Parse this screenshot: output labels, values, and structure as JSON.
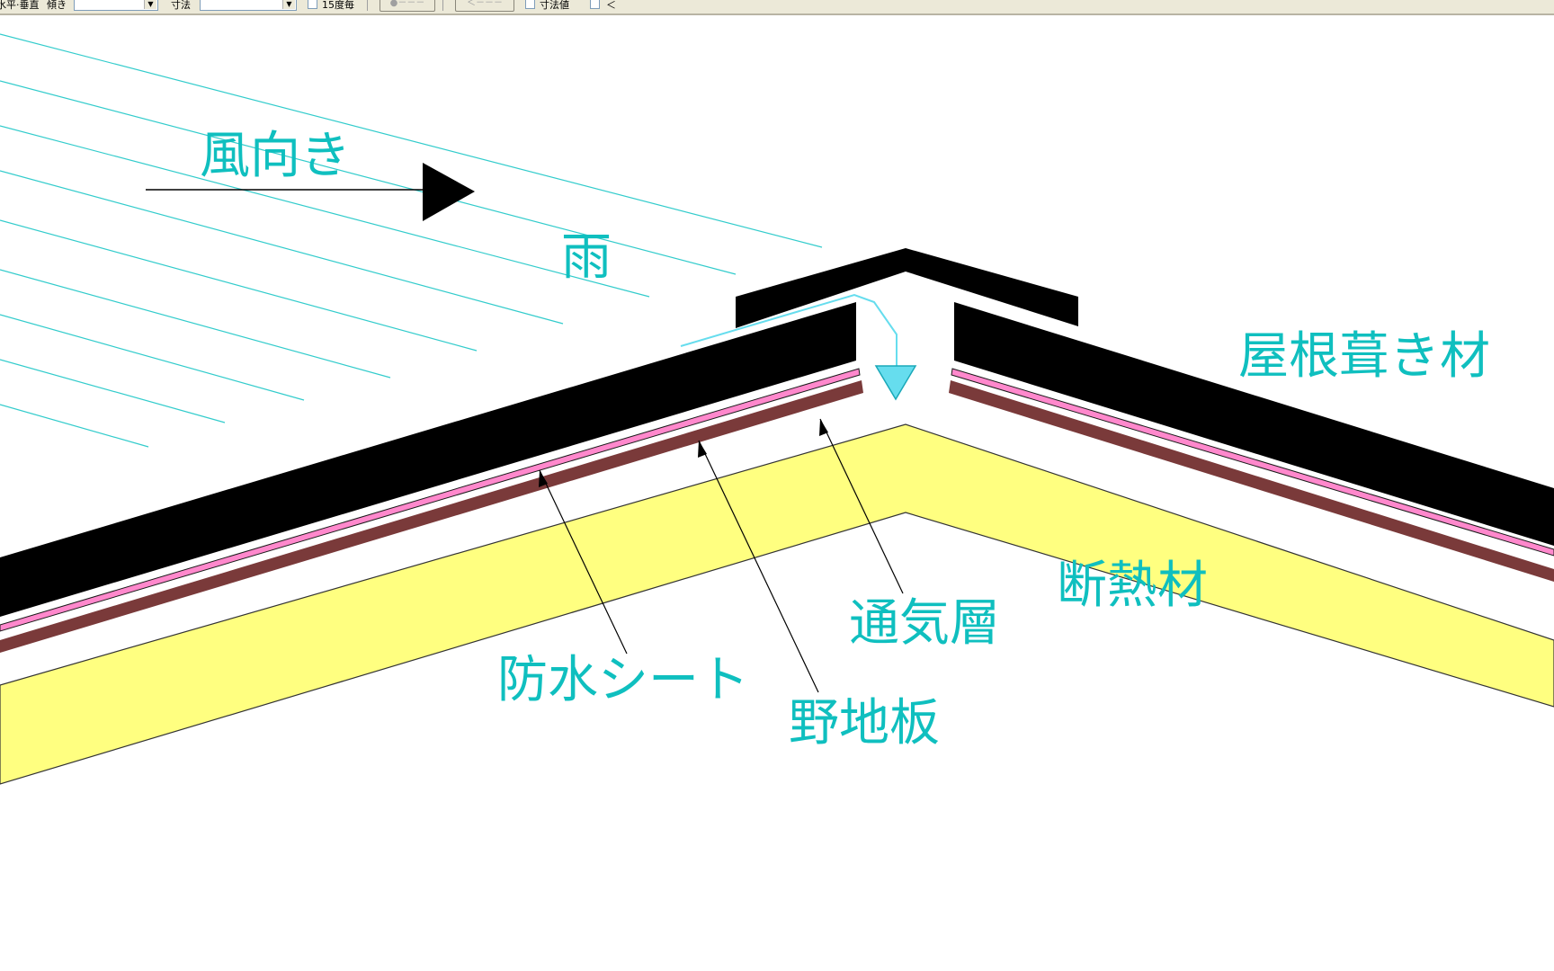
{
  "toolbar": {
    "label_orientation": "水平·垂直",
    "label_tilt": "傾き",
    "tilt_value": "",
    "label_dimension": "寸法",
    "dimension_value": "",
    "check_15deg_label": "15度毎",
    "button_a_label": "●－－－",
    "button_b_label": "＜－－－",
    "check_dimvalue_label": "寸法値",
    "trailing_label": "＜"
  },
  "diagram": {
    "labels": {
      "wind_direction": "風向き",
      "rain": "雨",
      "roofing_material": "屋根葺き材",
      "insulation": "断熱材",
      "ventilation_layer": "通気層",
      "waterproof_sheet": "防水シート",
      "sheathing_board": "野地板"
    },
    "colors": {
      "rain_lines": "#33cccc",
      "roofing": "#000000",
      "waterproof_sheet_fill": "#ff88cc",
      "sheathing_board": "#7a3a3a",
      "insulation": "#ffff80",
      "label_text": "#0fbfbf",
      "water_flow": "#66ddee"
    }
  }
}
